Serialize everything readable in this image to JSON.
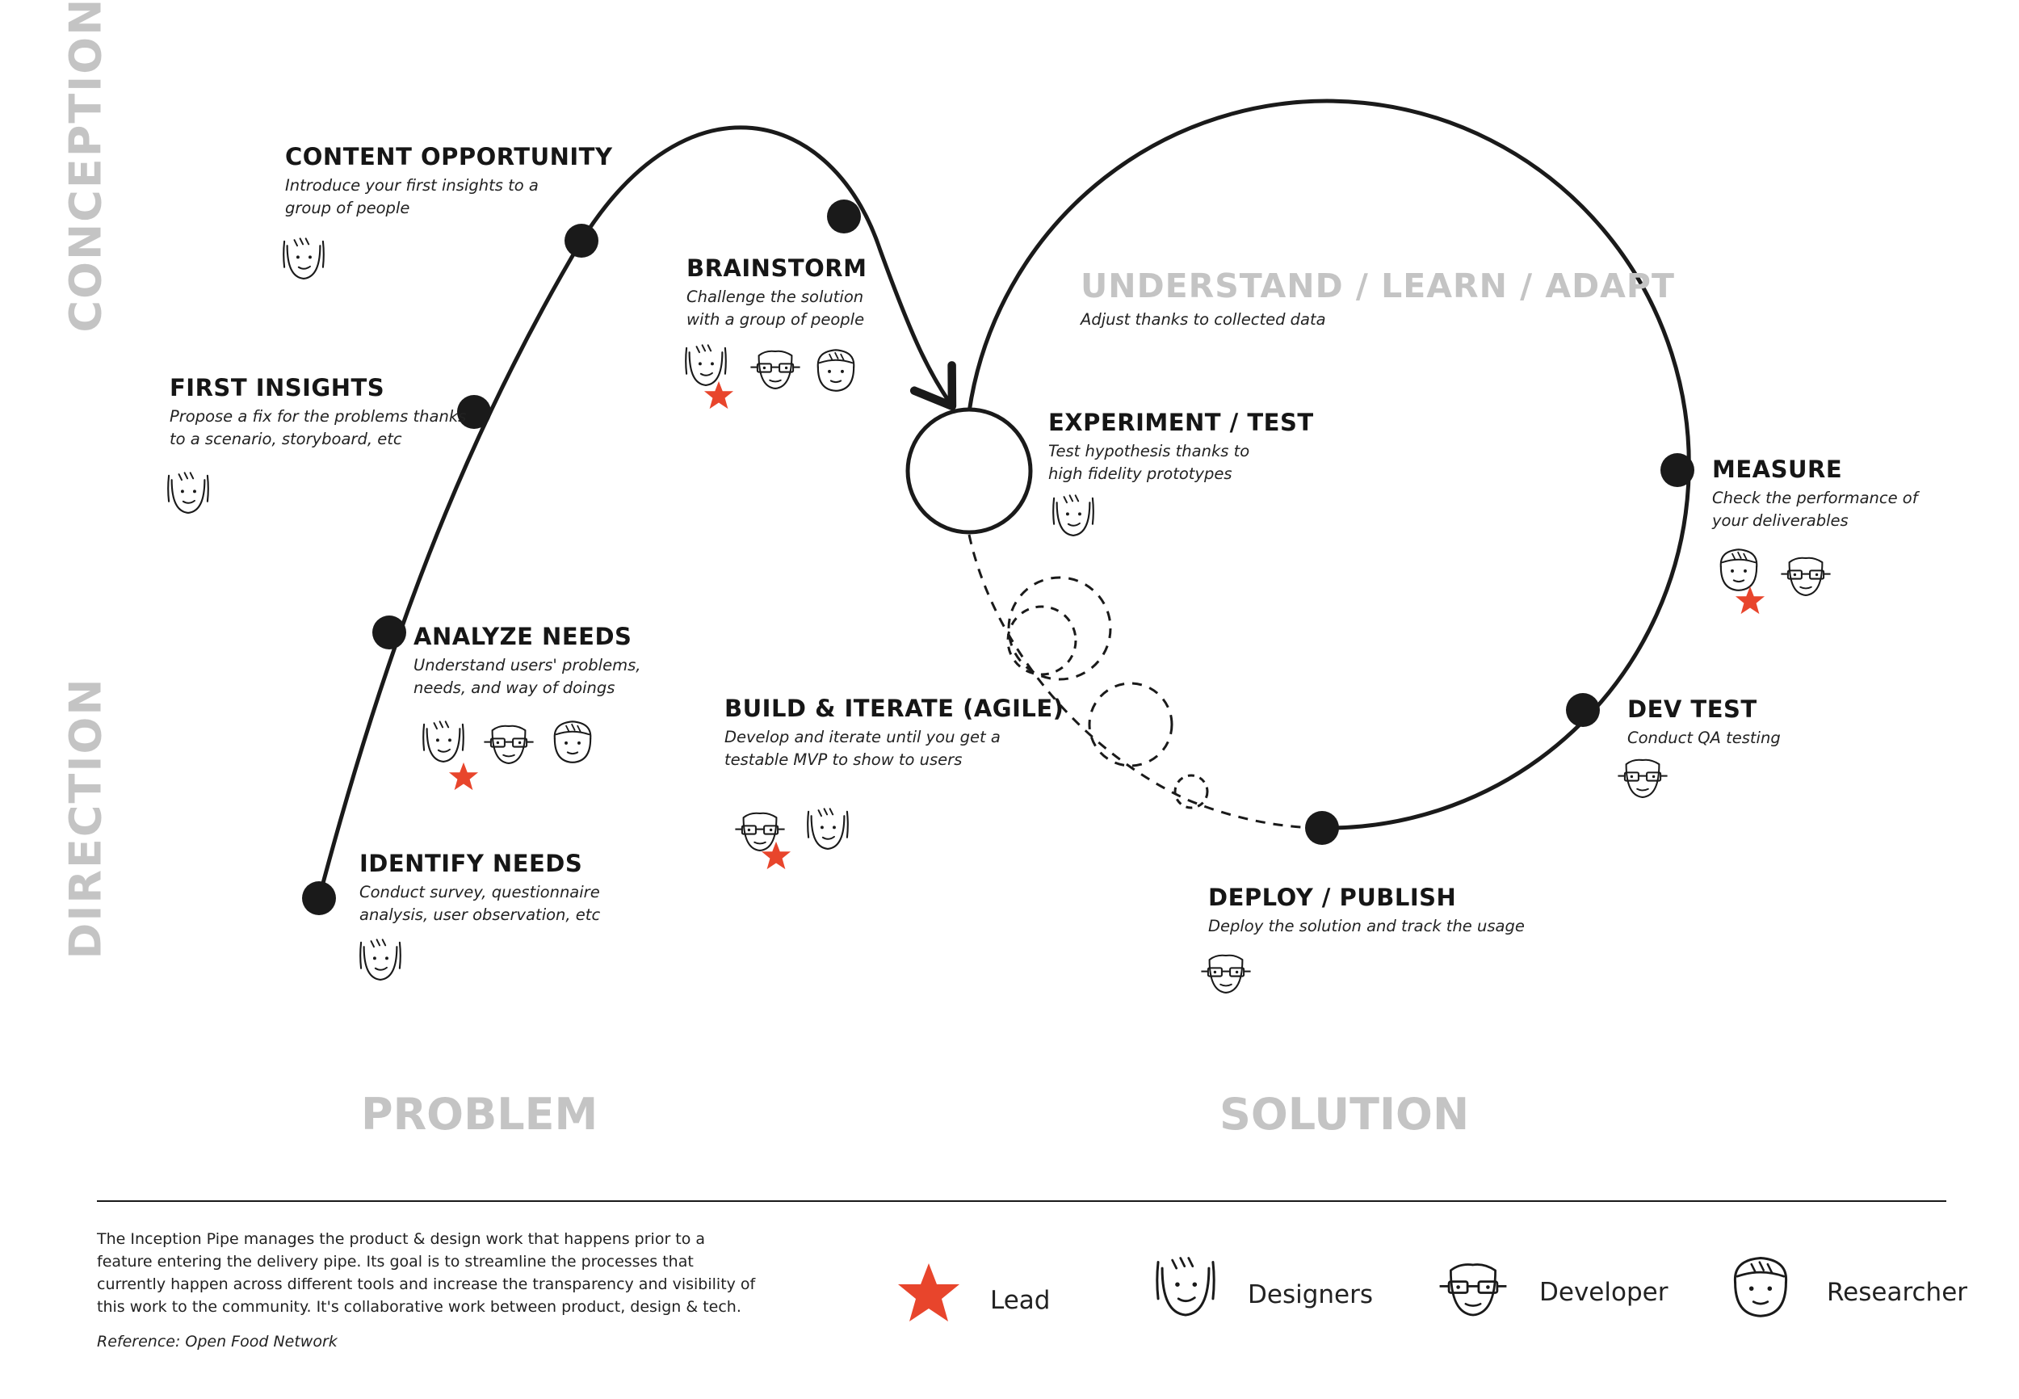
{
  "axis_labels": {
    "conception": "CONCEPTION",
    "direction": "DIRECTION",
    "problem": "PROBLEM",
    "solution": "SOLUTION"
  },
  "cycle": {
    "title": "UNDERSTAND / LEARN / ADAPT",
    "description": "Adjust thanks to collected data"
  },
  "stages": {
    "content_opportunity": {
      "title": "CONTENT OPPORTUNITY",
      "description": "Introduce your first insights to a\ngroup of people"
    },
    "first_insights": {
      "title": "FIRST INSIGHTS",
      "description": "Propose a fix for the problems thanks\nto a scenario, storyboard, etc"
    },
    "brainstorm": {
      "title": "BRAINSTORM",
      "description": "Challenge the solution\nwith a group of people"
    },
    "analyze_needs": {
      "title": "ANALYZE NEEDS",
      "description": "Understand users' problems,\nneeds, and way of doings"
    },
    "identify_needs": {
      "title": "IDENTIFY NEEDS",
      "description": "Conduct survey, questionnaire\nanalysis, user observation, etc"
    },
    "build_iterate": {
      "title": "BUILD & ITERATE (AGILE)",
      "description": "Develop and iterate until you get a\ntestable MVP to show to users"
    },
    "experiment_test": {
      "title": "EXPERIMENT / TEST",
      "description": "Test hypothesis thanks to\nhigh fidelity prototypes"
    },
    "measure": {
      "title": "MEASURE",
      "description": "Check the performance of\nyour deliverables"
    },
    "dev_test": {
      "title": "DEV TEST",
      "description": "Conduct QA testing"
    },
    "deploy_publish": {
      "title": "DEPLOY / PUBLISH",
      "description": "Deploy the solution and track the usage"
    }
  },
  "footer": {
    "description": "The Inception Pipe manages the product & design work that happens prior to a feature entering the delivery pipe. Its goal is to streamline the processes that currently happen across different tools and increase the transparency and visibility of this work to the community. It's collaborative work between product, design & tech.",
    "reference": "Reference: Open Food Network"
  },
  "legend": {
    "lead": "Lead",
    "designers": "Designers",
    "developer": "Developer",
    "researcher": "Researcher"
  },
  "colors": {
    "line": "#1a1a1a",
    "lead_star": "#e8452c",
    "muted_title": "#c4c4c4"
  },
  "icons": [
    "designer-face-icon",
    "developer-face-icon",
    "researcher-face-icon",
    "lead-star-icon"
  ]
}
